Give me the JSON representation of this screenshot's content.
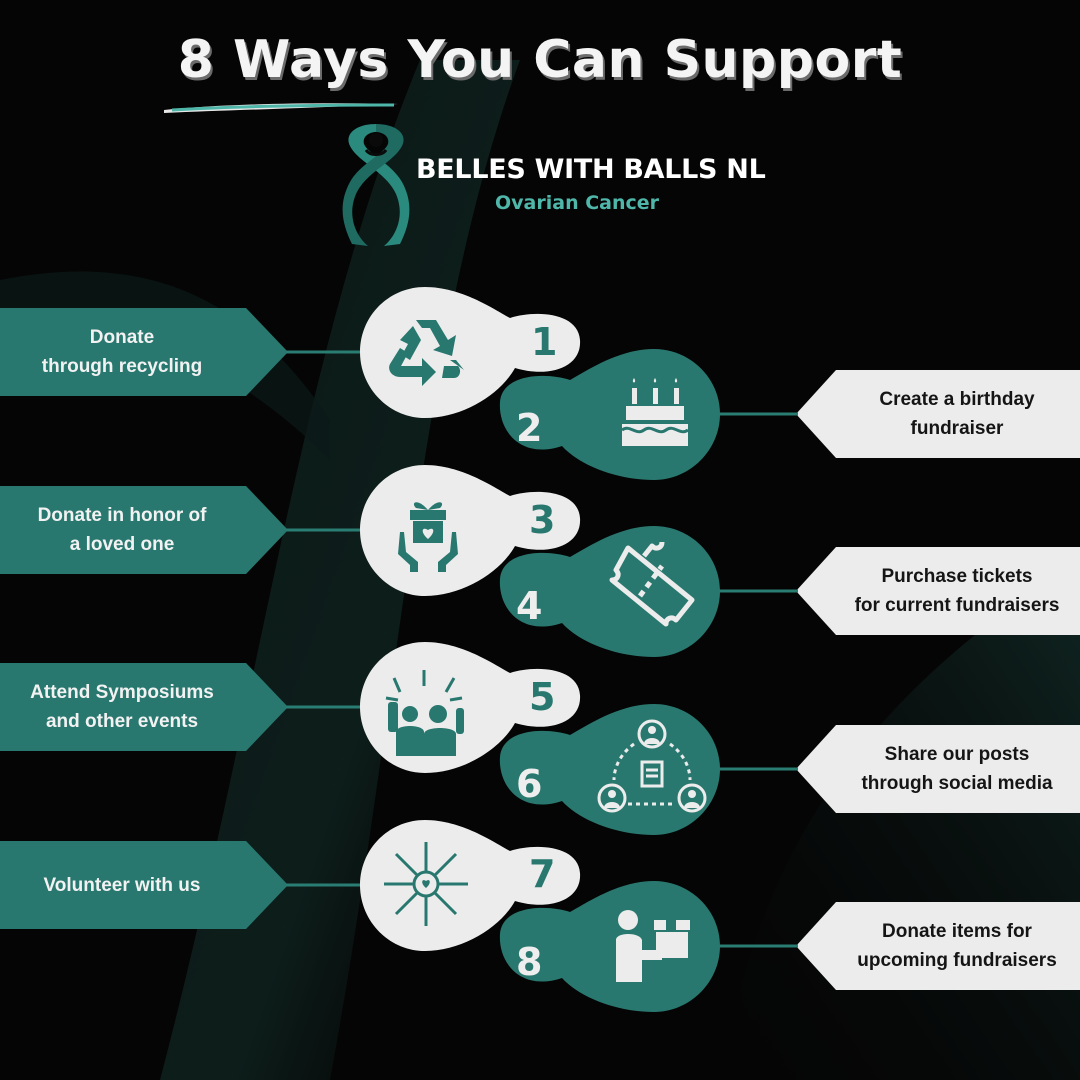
{
  "title": "8 Ways You Can Support",
  "brand": {
    "name": "BELLES WITH BALLS NL",
    "subtitle": "Ovarian Cancer"
  },
  "colors": {
    "teal": "#29786f",
    "light": "#ececec",
    "background": "#050505",
    "accent": "#4fb7aa"
  },
  "ways": [
    {
      "number": "1",
      "label": "Donate\nthrough recycling",
      "icon": "recycle-icon"
    },
    {
      "number": "2",
      "label": "Create a birthday\nfundraiser",
      "icon": "birthday-cake-icon"
    },
    {
      "number": "3",
      "label": "Donate in honor of\na loved one",
      "icon": "gift-hands-icon"
    },
    {
      "number": "4",
      "label": "Purchase tickets\nfor current fundraisers",
      "icon": "tickets-icon"
    },
    {
      "number": "5",
      "label": "Attend Symposiums\nand other events",
      "icon": "event-audience-icon"
    },
    {
      "number": "6",
      "label": "Share our posts\nthrough social media",
      "icon": "social-share-icon"
    },
    {
      "number": "7",
      "label": "Volunteer with us",
      "icon": "teamwork-hands-icon"
    },
    {
      "number": "8",
      "label": "Donate items for\nupcoming fundraisers",
      "icon": "donate-box-icon"
    }
  ]
}
